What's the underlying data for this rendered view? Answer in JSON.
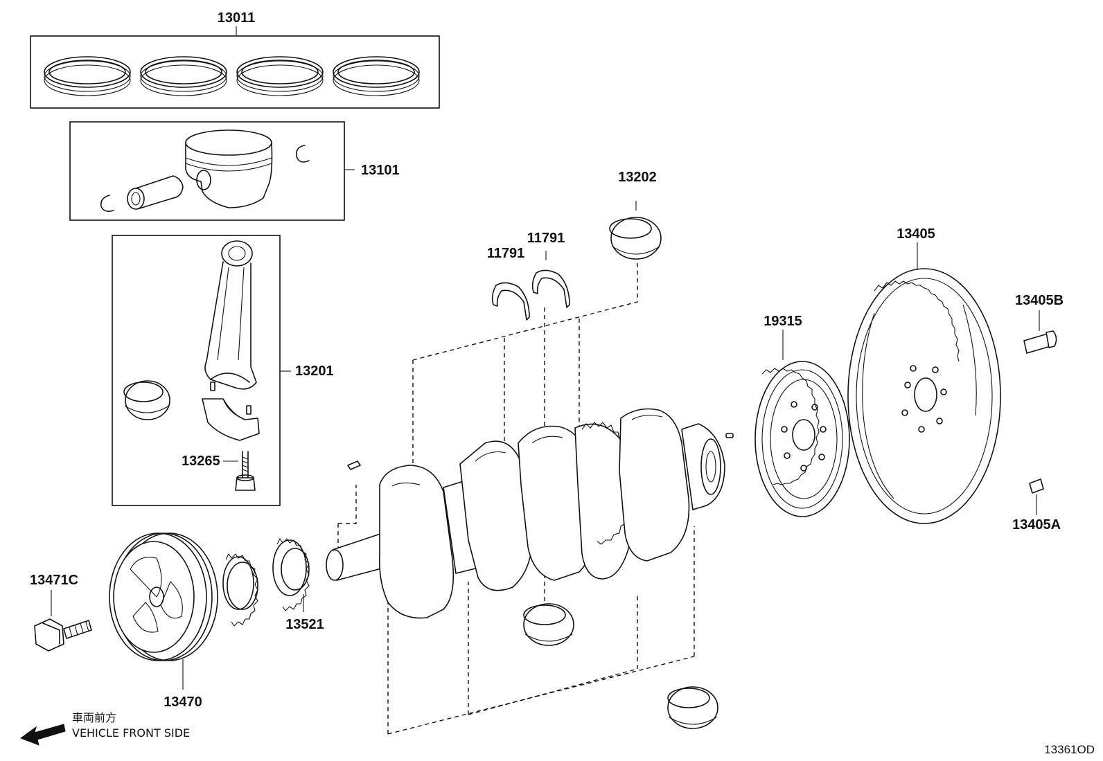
{
  "diagram": {
    "labels": {
      "p13011": "13011",
      "p13101": "13101",
      "p13201": "13201",
      "p13265": "13265",
      "p13202": "13202",
      "p11791a": "11791",
      "p11791b": "11791",
      "p13405": "13405",
      "p13405B": "13405B",
      "p13405A": "13405A",
      "p19315": "19315",
      "p13471C": "13471C",
      "p13470": "13470",
      "p13521": "13521"
    },
    "front_note": {
      "japanese": "車両前方",
      "english": "VEHICLE FRONT SIDE"
    },
    "figure_code": "13361OD"
  }
}
